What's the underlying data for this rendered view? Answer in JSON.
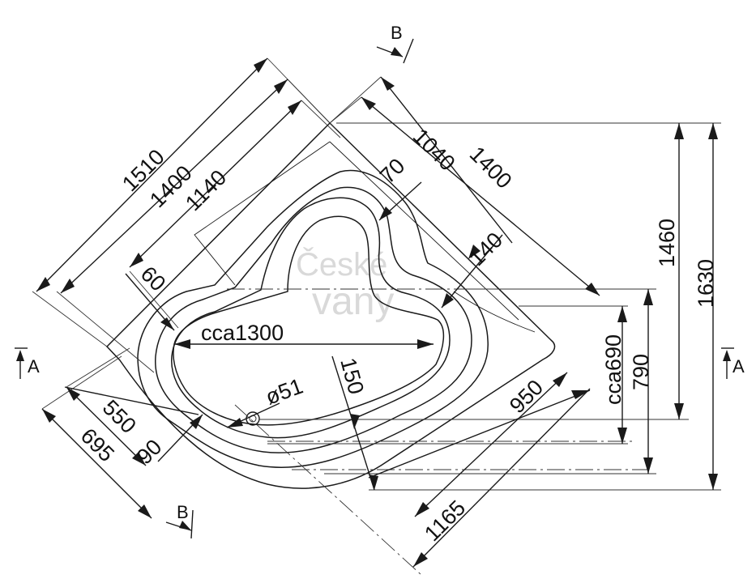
{
  "dimensions": {
    "d1510": "1510",
    "d1400_left": "1400",
    "d1140": "1140",
    "d60": "60",
    "d1040": "1040",
    "d1400_right": "1400",
    "d70": "70",
    "d140": "140",
    "d1460": "1460",
    "d1630": "1630",
    "dcca690": "cca690",
    "d790": "790",
    "dcca1300": "cca1300",
    "d150": "150",
    "dphi51": "ø51",
    "d550": "550",
    "d695": "695",
    "d90": "90",
    "d950": "950",
    "d1165": "1165"
  },
  "section_marks": {
    "a_left": "A",
    "a_right": "A",
    "b_top": "B",
    "b_bottom": "B"
  },
  "watermark": {
    "line1": "České",
    "line2": "vany"
  }
}
